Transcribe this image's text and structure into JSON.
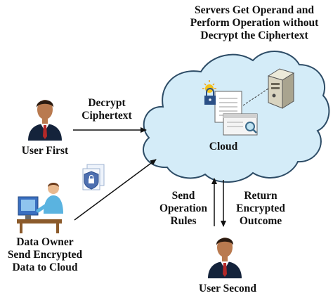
{
  "labels": {
    "servers": [
      "Servers Get Operand and",
      "Perform Operation without",
      "Decrypt the Ciphertext"
    ],
    "decrypt": [
      "Decrypt",
      "Ciphertext"
    ],
    "user_first": "User First",
    "cloud": "Cloud",
    "send_rules": [
      "Send",
      "Operation",
      "Rules"
    ],
    "return_outcome": [
      "Return",
      "Encrypted",
      "Outcome"
    ],
    "data_owner": [
      "Data Owner",
      "Send Encrypted",
      "Data to Cloud"
    ],
    "user_second": "User Second"
  },
  "colors": {
    "cloud_fill": "#d4ecf8",
    "cloud_stroke": "#2d4c66",
    "suit": "#14233b",
    "skin": "#b97a4f",
    "tie": "#b32828",
    "server": "#d9d4c0"
  },
  "icons": [
    "person-icon",
    "server-icon",
    "padlock-icon",
    "document-icon",
    "magnifier-icon",
    "shield-lock-icon",
    "desk-worker-icon"
  ]
}
